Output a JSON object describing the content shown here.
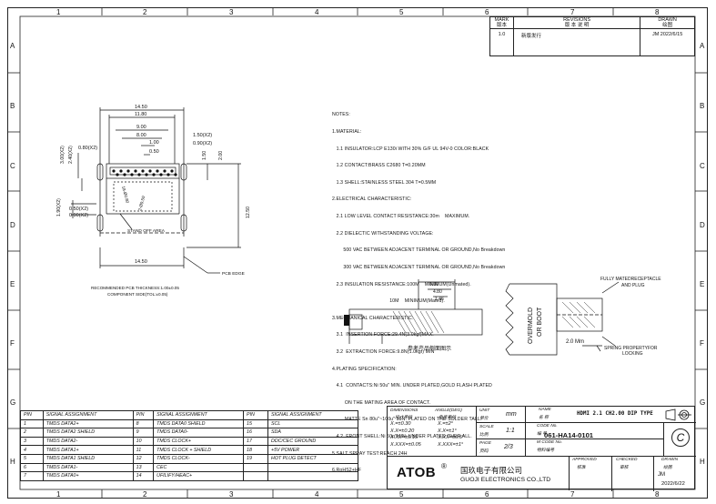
{
  "zones": {
    "columns": [
      "1",
      "2",
      "3",
      "4",
      "5",
      "6",
      "7",
      "8"
    ],
    "rows": [
      "A",
      "B",
      "C",
      "D",
      "E",
      "F",
      "G",
      "H"
    ]
  },
  "revision": {
    "headers": {
      "mark": "MARK",
      "mark_cn": "版本",
      "revisions": "REVISIONS",
      "revisions_cn": "版 本 说 明",
      "drawn": "DRAWN",
      "drawn_cn": "绘图"
    },
    "row": {
      "mark": "1.0",
      "desc": "新版发行",
      "drawn": "JM  2022/6/15"
    }
  },
  "notes": [
    "NOTES:",
    "1.MATERIAL:",
    "   1.1 INSULATOR:LCP E130i WITH 30% G/F UL 94V-0 COLOR:BLACK",
    "   1.2 CONTACT:BRASS C2680 T=0.20MM",
    "   1.3 SHELL:STAINLESS STEEL 304 T=0.5MM",
    "2.ELECTRICAL CHARACTERISTIC:",
    "   2.1 LOW LEVEL CONTACT RESISTANCE:30m    MAXIMUM.",
    "   2.2 DIELECTIC WITHSTANDING VOLTAGE:",
    "        500 VAC BETWEEN ADJACENT TERMINAL OR GROUND,No Breakdown",
    "        300 VAC BETWEEN ADJACENT TERMINAL OR GROUND,No Breakdown",
    "   2.3 INSULATION RESISTANCE:100M    MINIMUM(Unmated).",
    "                                         10M    MINIMUM(Mated).",
    "3.MECHANICAL CHARACTERISTIC:",
    "   3.1  INSERTION FORCE:29.4N(3.0kgf)MAX.",
    "   3.2  EXTRACTION FORCE:9.8N(1.0kgf) MIN",
    "4.PLATING SPECIFICATION:",
    "   4.1  CONTACTS:Ni 50u\" MIN. UNDER PLATED,GOLD FLASH PLATED",
    "         ON THE MATING AREA OF CONTACT.",
    "         MATTE Sn 80u\"~100u\" MIN. PLATED ON THE SOLDER TALL.",
    "   4.2  FRONT SHELL:Ni 50u\"MIN. UNDER PLATED OVER ALL.",
    "5.SALT SPRAY TEST:REACH 24H",
    "6.RoHS2+HF"
  ],
  "drawing": {
    "dims": {
      "d1450_top": "14.50",
      "d1180": "11.80",
      "d900": "9.00",
      "d800": "8.00",
      "d100": "1.00",
      "d050": "0.50",
      "d150x2": "1.50(X2)",
      "d090x2_r": "0.90(X2)",
      "d080x2": "0.80(X2)",
      "d300x2": "3.00(X2)",
      "d240x2": "2.40(X2)",
      "d150": "1.50",
      "d200": "2.00",
      "d1250": "12.50",
      "d190x2": "1.90(X2)",
      "d050x2": "0.50(X2)",
      "d090x2_l": "0.90(X2)",
      "d1450_bot": "14.50",
      "d1840": "18-Ø0.80",
      "d2050": "2-Ø0.50"
    },
    "labels": {
      "standoff": "STAND OFF AREA",
      "pcb_edge": "PCB EDGE",
      "pcb_note1": "RECOMMENDED PCB THICKNESS:1.00±0.05",
      "pcb_note2": "COMPONENT SIDE(TOL:±0.05)",
      "side_600": "6.00",
      "side_480": "4.80",
      "side_146": "1.46",
      "side_caption": "参考产品侧面图示",
      "fully_mated": "FULLY MATEDRECEPTACLE",
      "and_plug": "AND PLUG",
      "overmold_1": "OVERMOLD",
      "overmold_2": "OR BOOT",
      "d20mm": "2.0  Mm",
      "spring_1": "SPRING PROPERTYFOR",
      "spring_2": "LOCKING"
    }
  },
  "signal_table": {
    "headers": [
      "PIN",
      "SIGNAL ASSIGNMENT",
      "PIN",
      "SIGNAL ASSIGNMENT",
      "PIN",
      "SIGNAL ASSIGNMENT"
    ],
    "rows": [
      [
        "1",
        "TMDS DATA2+",
        "8",
        "TMDS DATA0 SHIELD",
        "15",
        "SCL"
      ],
      [
        "2",
        "TMDS DATA2 SHIELD",
        "9",
        "TMDS DATA0-",
        "16",
        "SDA"
      ],
      [
        "3",
        "TMDS DATA2-",
        "10",
        "TMDS CLOCK+",
        "17",
        "DDC/CEC GROUND"
      ],
      [
        "4",
        "TMDS DATA1+",
        "11",
        "TMDS CLOCK + SHIELD",
        "18",
        "+5V POWER"
      ],
      [
        "5",
        "TMDS DATA1 SHIELD",
        "12",
        "TMDS CLOCK-",
        "19",
        "HOT PLUG DETECT"
      ],
      [
        "6",
        "TMDS DATA1-",
        "13",
        "CEC",
        "",
        ""
      ],
      [
        "7",
        "TMDS DATA0+",
        "14",
        "UFILIFY/HEAC+",
        "",
        ""
      ]
    ]
  },
  "title_block": {
    "dimensions_label": "DIMENSIONS",
    "dimensions_cn": "尺寸单位",
    "angle_label": "ANGLE(DEG)",
    "angle_cn": "角度单位",
    "tol1": "X.=±0.30",
    "tol2": "X.X=±0.20",
    "tol3": "X.XX=±0.15",
    "tol4": "X.XXX=±0.05",
    "ang1": "X.=±2°",
    "ang2": "X.X=±1°",
    "ang3": "X.XX=±0.5°",
    "ang4": "X.XXX=±1°",
    "unit_label": "UNIT",
    "unit_cn": "单位",
    "unit_value": "mm",
    "scale_label": "SCALE",
    "scale_cn": "比例",
    "scale_value": "1:1",
    "page_label": "PAGE",
    "page_cn": "页码",
    "page_value": "2/3",
    "name_label": "NAME",
    "name_cn": "名 称",
    "name_value": "HDMI 2.1 CH2.00 DIP TYPE",
    "code_label": "CODE No.",
    "code_cn": "编 号",
    "code_value": "061-HA14-0101",
    "mcode_label": "M CODE No.",
    "mcode_cn": "物料编号",
    "company_logo": "ATOB",
    "company_cn": "国玖电子有限公司",
    "company_en": "GUOJI ELECTRONICS CO.,LTD",
    "approved_label": "APPROVED",
    "approved_cn": "核准",
    "checked_label": "CHECKED",
    "checked_cn": "审核",
    "drawn_label": "DRAWN",
    "drawn_cn": "绘图",
    "drawn_name": "JM",
    "drawn_date": "2022/6/22",
    "copyright": "C"
  }
}
